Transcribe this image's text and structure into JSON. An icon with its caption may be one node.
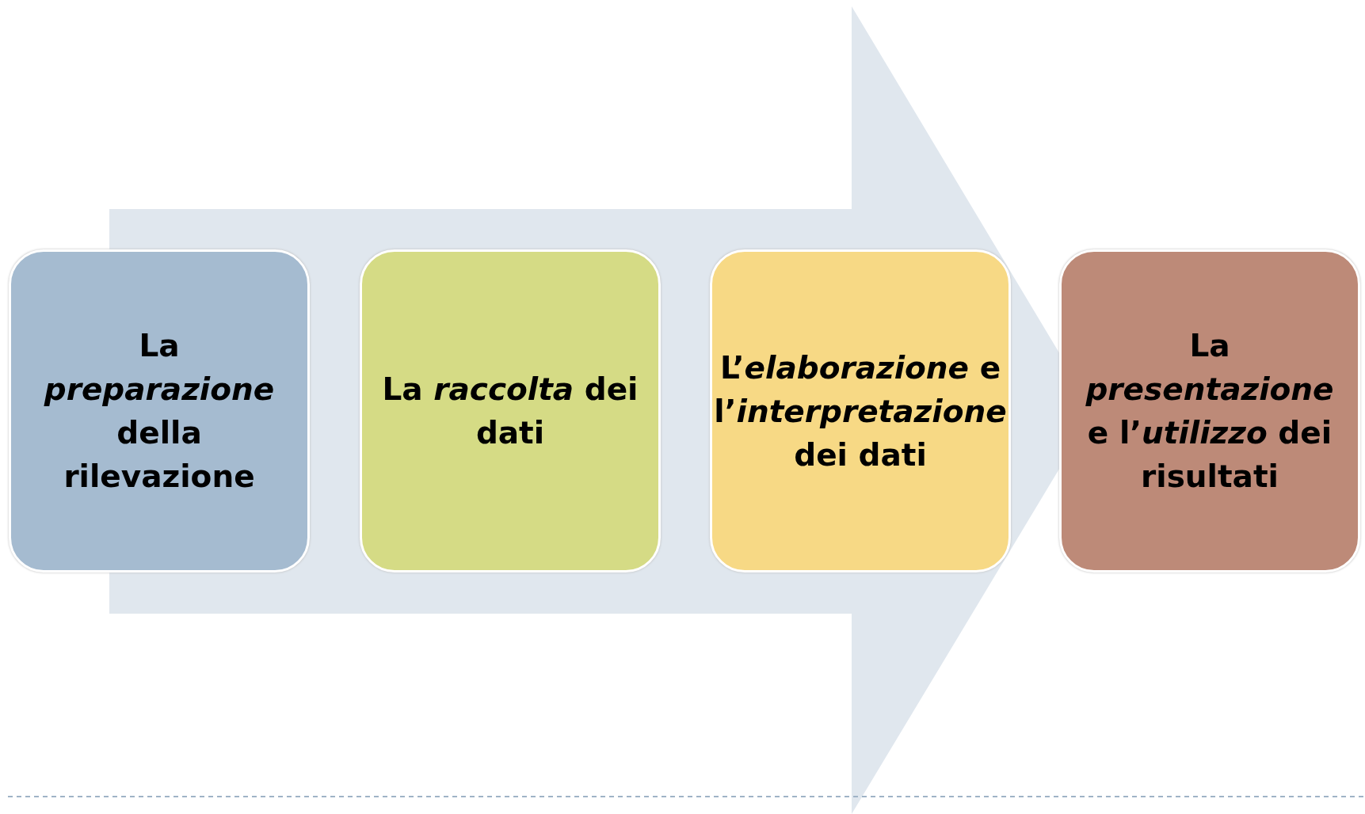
{
  "diagram": {
    "nodes": [
      {
        "text": [
          "La *preparazione* della rilevazione"
        ]
      },
      {
        "text": [
          "La *raccolta* dei dati"
        ]
      },
      {
        "text": [
          "L’*elaborazione* e l’*interpretazione* dei dati"
        ]
      },
      {
        "text": [
          "La *presentazione* e l’*utilizzo* dei risultati"
        ]
      }
    ],
    "edges": [
      {
        "from": 0,
        "to": 3,
        "arrow": "to"
      }
    ]
  }
}
